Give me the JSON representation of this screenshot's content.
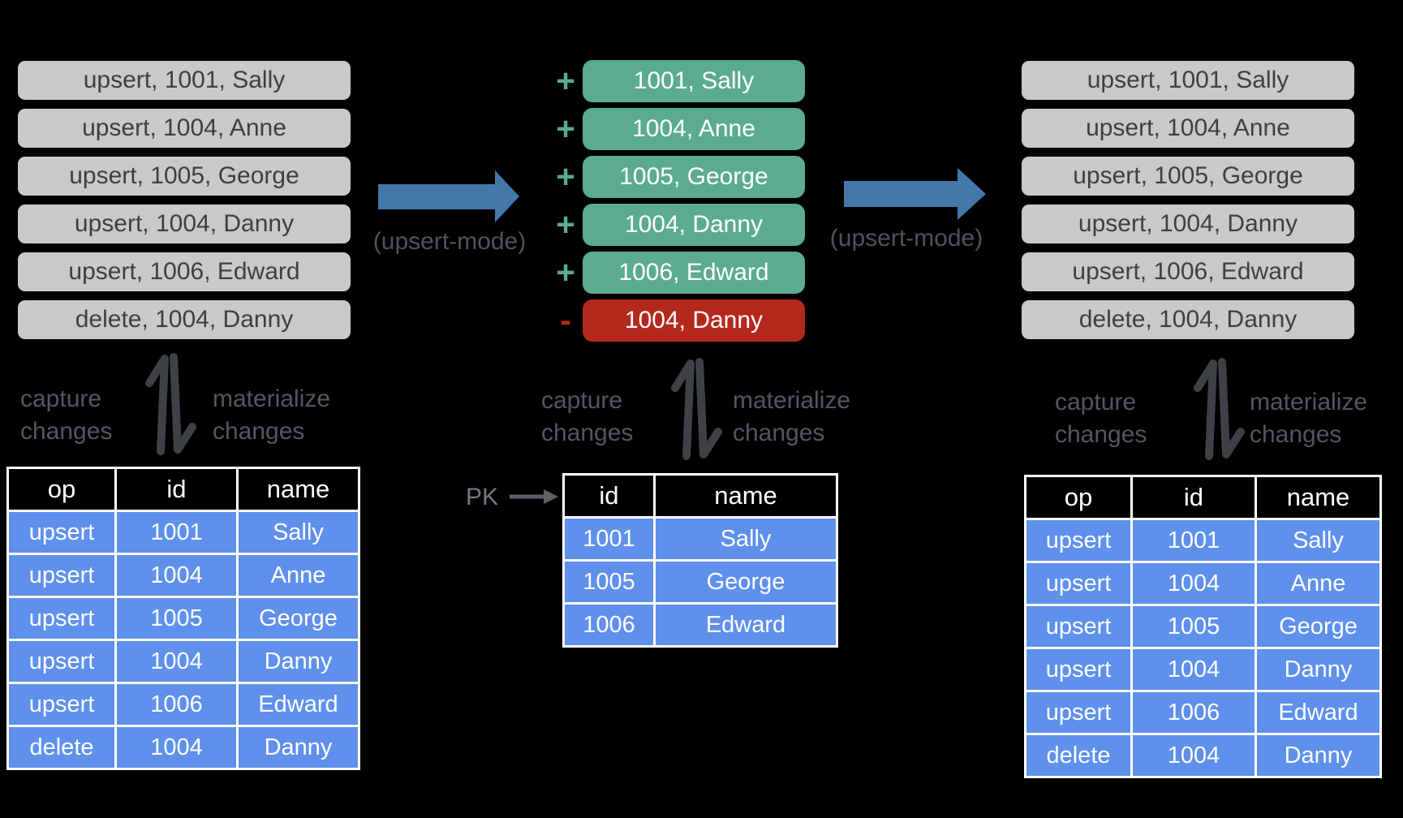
{
  "colors": {
    "background": "#000000",
    "event_box": "#C9C9C9",
    "event_text": "#3C4043",
    "add_box": "#5BAB8F",
    "remove_box": "#B4281E",
    "box_text": "#FFFFFF",
    "table_row": "#5E90EC",
    "table_border": "#FFFFFF",
    "table_header_bg": "#000000",
    "table_text": "#FFFFFF",
    "flow_arrow": "#3E4246",
    "flow_text": "#525760",
    "blue_arrow": "#4478A8",
    "mode_label": "#4E535B",
    "pk_text": "#74797F",
    "pk_arrow": "#5C6167"
  },
  "left": {
    "events": [
      "upsert, 1001, Sally",
      "upsert, 1004, Anne",
      "upsert, 1005, George",
      "upsert, 1004, Danny",
      "upsert, 1006, Edward",
      "delete, 1004, Danny"
    ],
    "capture": [
      "capture",
      "changes"
    ],
    "materialize": [
      "materialize",
      "changes"
    ],
    "table": {
      "headers": [
        "op",
        "id",
        "name"
      ],
      "rows": [
        [
          "upsert",
          "1001",
          "Sally"
        ],
        [
          "upsert",
          "1004",
          "Anne"
        ],
        [
          "upsert",
          "1005",
          "George"
        ],
        [
          "upsert",
          "1004",
          "Danny"
        ],
        [
          "upsert",
          "1006",
          "Edward"
        ],
        [
          "delete",
          "1004",
          "Danny"
        ]
      ]
    }
  },
  "middle": {
    "changelog": [
      {
        "sign": "+",
        "kind": "add",
        "text": "1001, Sally"
      },
      {
        "sign": "+",
        "kind": "add",
        "text": "1004, Anne"
      },
      {
        "sign": "+",
        "kind": "add",
        "text": "1005, George"
      },
      {
        "sign": "+",
        "kind": "add",
        "text": "1004, Danny"
      },
      {
        "sign": "+",
        "kind": "add",
        "text": "1006, Edward"
      },
      {
        "sign": "-",
        "kind": "remove",
        "text": "1004, Danny"
      }
    ],
    "capture": [
      "capture",
      "changes"
    ],
    "materialize": [
      "materialize",
      "changes"
    ],
    "pk_label": "PK",
    "table": {
      "headers": [
        "id",
        "name"
      ],
      "rows": [
        [
          "1001",
          "Sally"
        ],
        [
          "1005",
          "George"
        ],
        [
          "1006",
          "Edward"
        ]
      ]
    }
  },
  "right": {
    "events": [
      "upsert, 1001, Sally",
      "upsert, 1004, Anne",
      "upsert, 1005, George",
      "upsert, 1004, Danny",
      "upsert, 1006, Edward",
      "delete, 1004, Danny"
    ],
    "capture": [
      "capture",
      "changes"
    ],
    "materialize": [
      "materialize",
      "changes"
    ],
    "table": {
      "headers": [
        "op",
        "id",
        "name"
      ],
      "rows": [
        [
          "upsert",
          "1001",
          "Sally"
        ],
        [
          "upsert",
          "1004",
          "Anne"
        ],
        [
          "upsert",
          "1005",
          "George"
        ],
        [
          "upsert",
          "1004",
          "Danny"
        ],
        [
          "upsert",
          "1006",
          "Edward"
        ],
        [
          "delete",
          "1004",
          "Danny"
        ]
      ]
    }
  },
  "transforms": {
    "left_label": "(upsert-mode)",
    "right_label": "(upsert-mode)"
  }
}
